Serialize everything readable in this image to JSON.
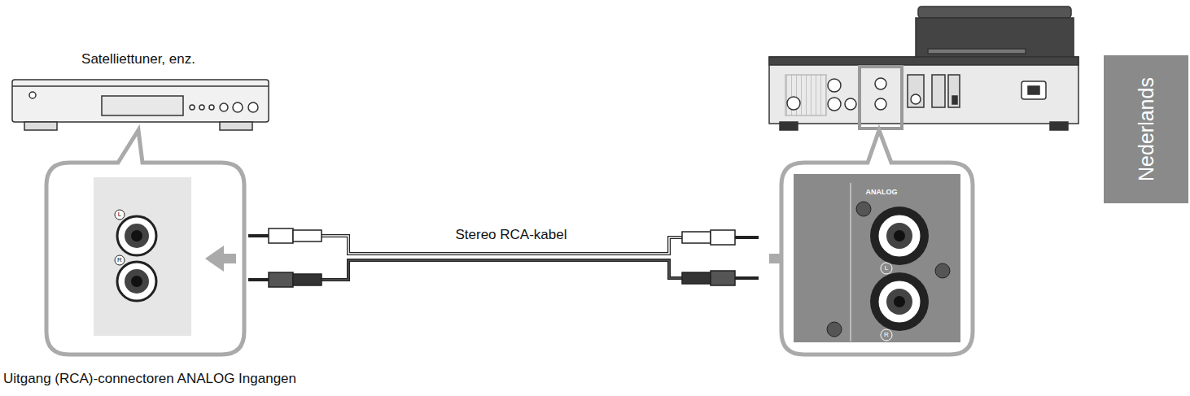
{
  "diagram": {
    "nodes": [
      {
        "text": [
          "Nederlands"
        ]
      }
    ],
    "labels": [
      "Satelliettuner, enz.",
      "Stereo RCA-kabel",
      "Uitgang (RCA)-connectoren ANALOG Ingangen",
      "ANALOG",
      "L",
      "R",
      "L",
      "R"
    ]
  }
}
